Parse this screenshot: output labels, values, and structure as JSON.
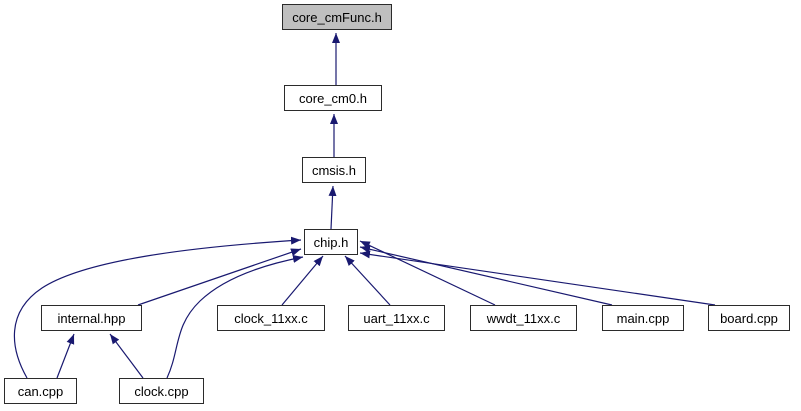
{
  "diagram": {
    "kind": "include-dependency-graph",
    "highlighted_node": "core_cmFunc.h",
    "colors": {
      "edge": "#191970",
      "node_fill": "#ffffff",
      "highlight_fill": "#bfbfbf",
      "node_border": "#2b2b2b",
      "text": "#000000",
      "background": "#ffffff"
    },
    "nodes": [
      {
        "id": "core_cmFunc.h",
        "label": "core_cmFunc.h",
        "highlighted": true
      },
      {
        "id": "core_cm0.h",
        "label": "core_cm0.h",
        "highlighted": false
      },
      {
        "id": "cmsis.h",
        "label": "cmsis.h",
        "highlighted": false
      },
      {
        "id": "chip.h",
        "label": "chip.h",
        "highlighted": false
      },
      {
        "id": "internal.hpp",
        "label": "internal.hpp",
        "highlighted": false
      },
      {
        "id": "clock_11xx.c",
        "label": "clock_11xx.c",
        "highlighted": false
      },
      {
        "id": "uart_11xx.c",
        "label": "uart_11xx.c",
        "highlighted": false
      },
      {
        "id": "wwdt_11xx.c",
        "label": "wwdt_11xx.c",
        "highlighted": false
      },
      {
        "id": "main.cpp",
        "label": "main.cpp",
        "highlighted": false
      },
      {
        "id": "board.cpp",
        "label": "board.cpp",
        "highlighted": false
      },
      {
        "id": "can.cpp",
        "label": "can.cpp",
        "highlighted": false
      },
      {
        "id": "clock.cpp",
        "label": "clock.cpp",
        "highlighted": false
      }
    ],
    "edges": [
      {
        "from": "core_cm0.h",
        "to": "core_cmFunc.h"
      },
      {
        "from": "cmsis.h",
        "to": "core_cm0.h"
      },
      {
        "from": "chip.h",
        "to": "cmsis.h"
      },
      {
        "from": "internal.hpp",
        "to": "chip.h"
      },
      {
        "from": "can.cpp",
        "to": "chip.h"
      },
      {
        "from": "clock.cpp",
        "to": "chip.h"
      },
      {
        "from": "clock_11xx.c",
        "to": "chip.h"
      },
      {
        "from": "uart_11xx.c",
        "to": "chip.h"
      },
      {
        "from": "wwdt_11xx.c",
        "to": "chip.h"
      },
      {
        "from": "main.cpp",
        "to": "chip.h"
      },
      {
        "from": "board.cpp",
        "to": "chip.h"
      },
      {
        "from": "can.cpp",
        "to": "internal.hpp"
      },
      {
        "from": "clock.cpp",
        "to": "internal.hpp"
      }
    ]
  }
}
